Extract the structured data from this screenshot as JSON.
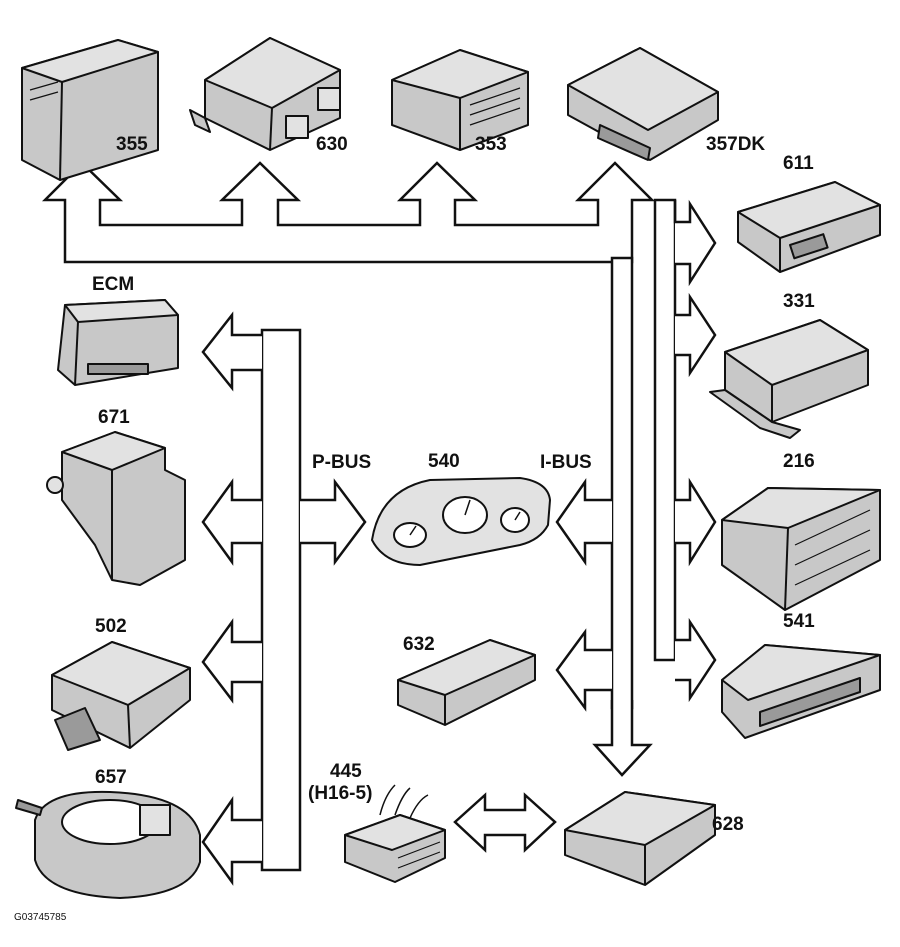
{
  "diagram": {
    "buses": {
      "p_bus": "P-BUS",
      "i_bus": "I-BUS"
    },
    "modules": {
      "m355": "355",
      "m630": "630",
      "m353": "353",
      "m357dk": "357DK",
      "m611": "611",
      "m331": "331",
      "m216": "216",
      "m541": "541",
      "m628": "628",
      "m632": "632",
      "m540": "540",
      "ecm": "ECM",
      "m671": "671",
      "m502": "502",
      "m657": "657",
      "m445": "445",
      "m445_sub": "(H16-5)"
    },
    "figure_id": "G03745785",
    "colors": {
      "module_fill": "#c8c8c8",
      "module_top": "#e2e2e2",
      "module_side": "#9a9a9a",
      "outline": "#111111",
      "arrow_fill": "#ffffff"
    }
  }
}
